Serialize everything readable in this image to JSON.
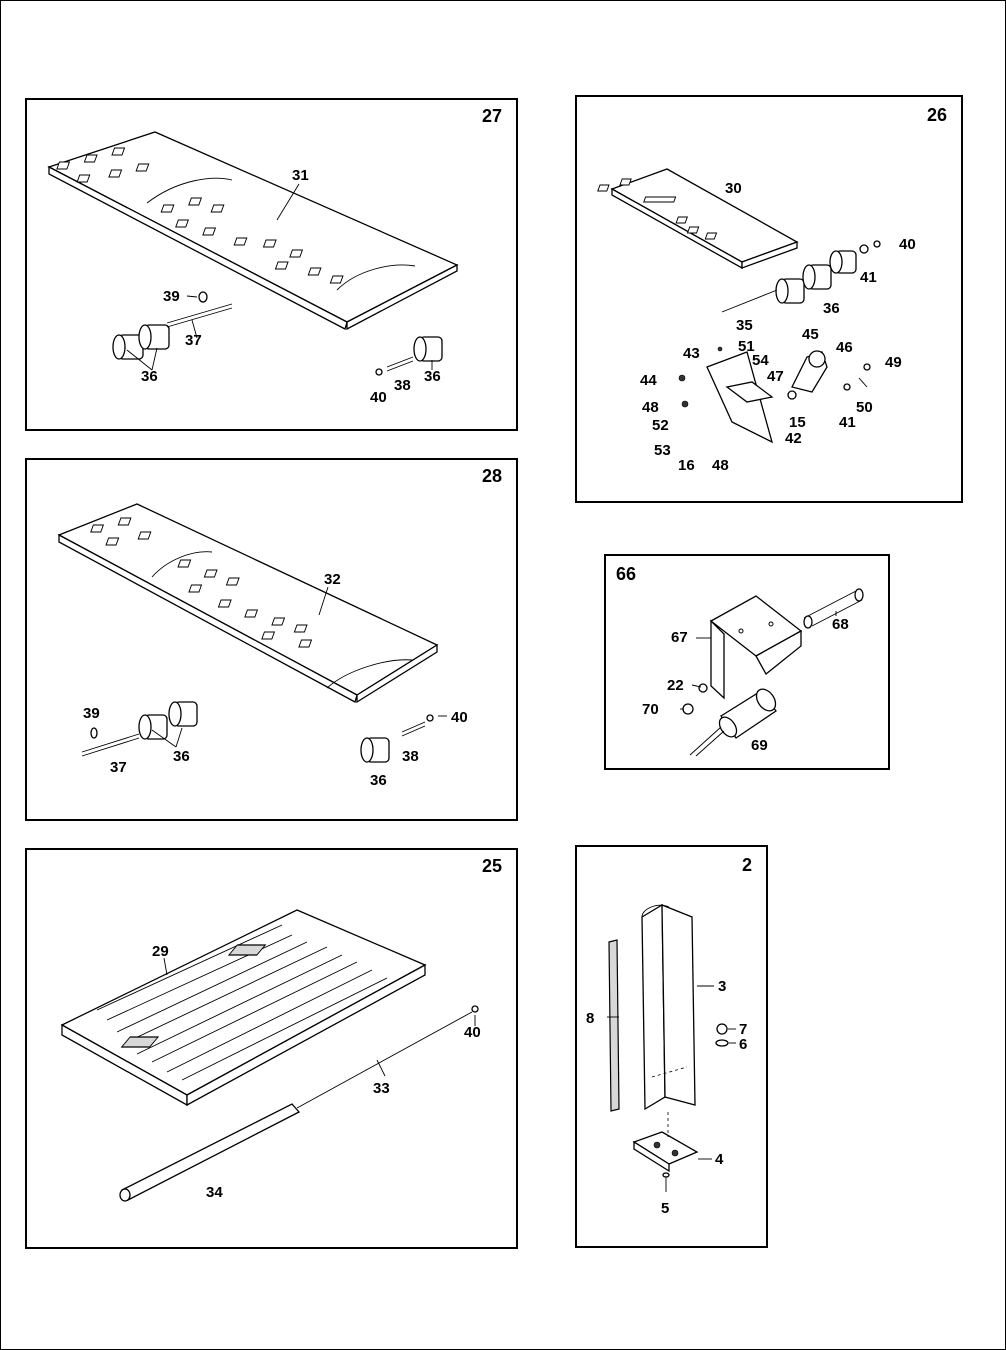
{
  "panels": {
    "p27": {
      "number": "27",
      "labels": [
        "31",
        "39",
        "37",
        "36",
        "40",
        "38",
        "36"
      ]
    },
    "p26": {
      "number": "26",
      "labels": [
        "30",
        "40",
        "41",
        "36",
        "35",
        "45",
        "46",
        "43",
        "51",
        "54",
        "49",
        "44",
        "47",
        "48",
        "15",
        "50",
        "41",
        "52",
        "42",
        "53",
        "16",
        "48"
      ]
    },
    "p28": {
      "number": "28",
      "labels": [
        "32",
        "39",
        "40",
        "37",
        "36",
        "38",
        "36"
      ]
    },
    "p66": {
      "number": "66",
      "labels": [
        "68",
        "67",
        "22",
        "70",
        "69"
      ]
    },
    "p25": {
      "number": "25",
      "labels": [
        "29",
        "40",
        "33",
        "34"
      ]
    },
    "p2": {
      "number": "2",
      "labels": [
        "3",
        "8",
        "7",
        "6",
        "4",
        "5"
      ]
    }
  }
}
